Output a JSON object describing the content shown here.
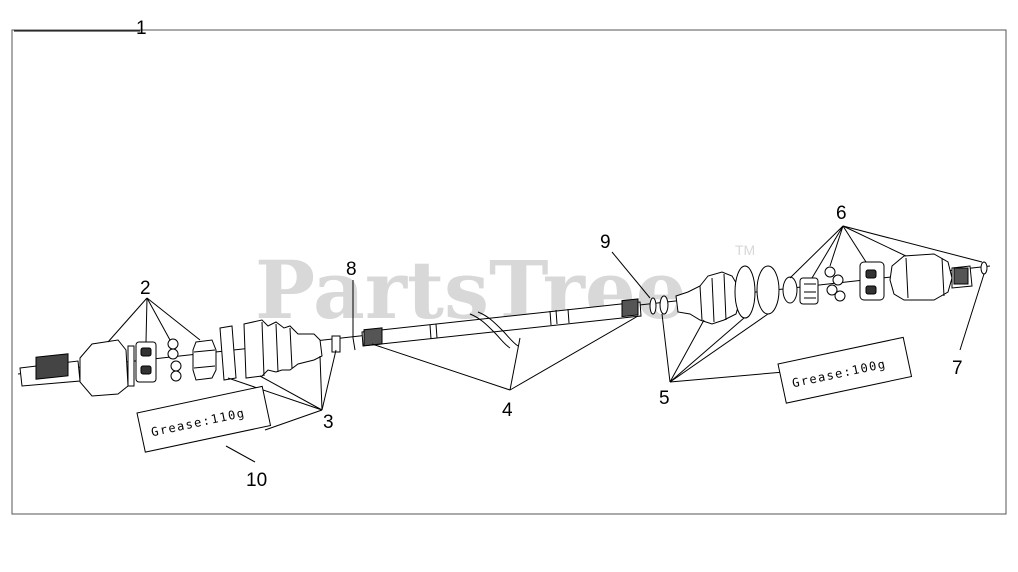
{
  "diagram": {
    "watermark": "PartsTree",
    "trademark": "TM",
    "callouts": {
      "c1": "1",
      "c2": "2",
      "c3": "3",
      "c4": "4",
      "c5": "5",
      "c6": "6",
      "c7": "7",
      "c8": "8",
      "c9": "9",
      "c10": "10"
    },
    "grease_labels": {
      "left": "Grease:110g",
      "right": "Grease:100g"
    }
  }
}
